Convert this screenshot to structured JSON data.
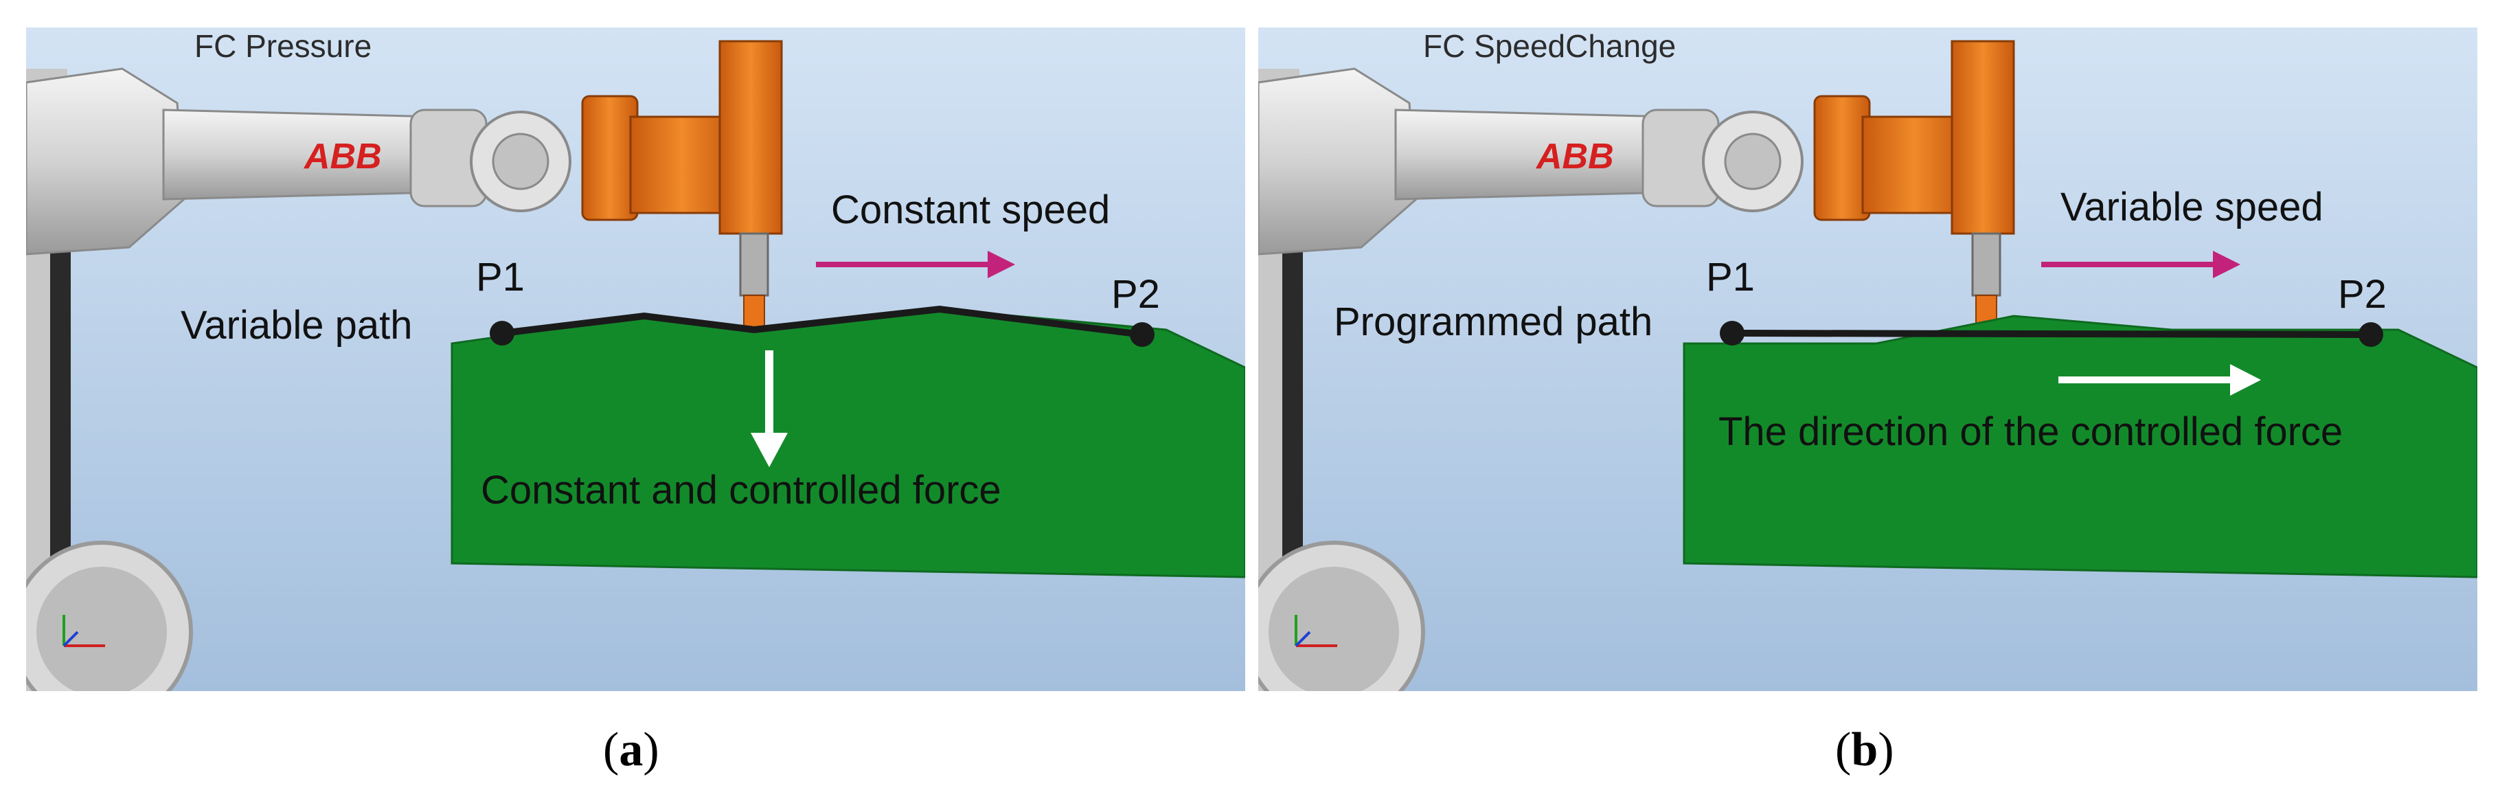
{
  "panels": {
    "a": {
      "title": "FC Pressure",
      "speed_label": "Constant speed",
      "path_label": "Variable path",
      "p1": "P1",
      "p2": "P2",
      "force_label": "Constant and controlled force",
      "logo": "ABB"
    },
    "b": {
      "title": "FC SpeedChange",
      "speed_label": "Variable speed",
      "path_label": "Programmed path",
      "p1": "P1",
      "p2": "P2",
      "force_label": "The direction of the controlled force",
      "logo": "ABB"
    }
  },
  "captions": {
    "a": {
      "open": "(",
      "letter": "a",
      "close": ")"
    },
    "b": {
      "open": "(",
      "letter": "b",
      "close": ")"
    }
  },
  "colors": {
    "sky_top": "#cfe0f2",
    "sky_bottom": "#a9c3e0",
    "workpiece": "#138a2a",
    "tool_orange": "#e8731a",
    "arrow_magenta": "#c2227a",
    "path_line": "#1a1a1a"
  },
  "icons": [
    "axis-triad-icon",
    "white-arrow-icon",
    "magenta-arrow-icon"
  ]
}
